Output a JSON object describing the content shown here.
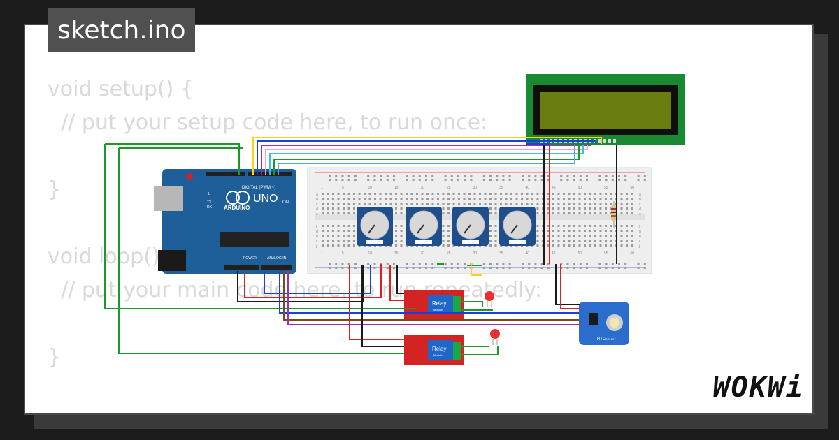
{
  "window": {
    "title": "sketch.ino"
  },
  "code_lines": [
    "void setup() {",
    "  // put your setup code here, to run once:",
    "",
    "}",
    "",
    "void loop() {",
    "  // put your main code here, to run repeatedly:",
    "",
    "}"
  ],
  "arduino": {
    "brand": "ARDUINO",
    "model": "UNO",
    "digital_label": "DIGITAL (PWM ~)",
    "power_label": "POWER",
    "analog_label": "ANALOG IN",
    "on_label": "ON",
    "tx_label": "TX",
    "rx_label": "RX",
    "l_label": "L"
  },
  "relays": [
    {
      "label": "Relay",
      "sub": "Module"
    },
    {
      "label": "Relay",
      "sub": "Module"
    }
  ],
  "rtc": {
    "label": "RTC",
    "sub": "DS1307"
  },
  "breadboard": {
    "column_numbers": [
      "1",
      "5",
      "10",
      "15",
      "20",
      "25",
      "30",
      "35",
      "40",
      "45",
      "50",
      "55",
      "60"
    ],
    "row_letters": [
      "a",
      "b",
      "c",
      "d",
      "e",
      "f",
      "g",
      "h",
      "i",
      "j"
    ]
  },
  "logo": {
    "text": "WOKWi"
  },
  "colors": {
    "board": "#1f5f99",
    "lcd_frame": "#1a8a32",
    "lcd_screen": "#6a7d10",
    "relay": "#d42323",
    "rtc": "#2a6dcc",
    "pot": "#1e4e8c"
  }
}
